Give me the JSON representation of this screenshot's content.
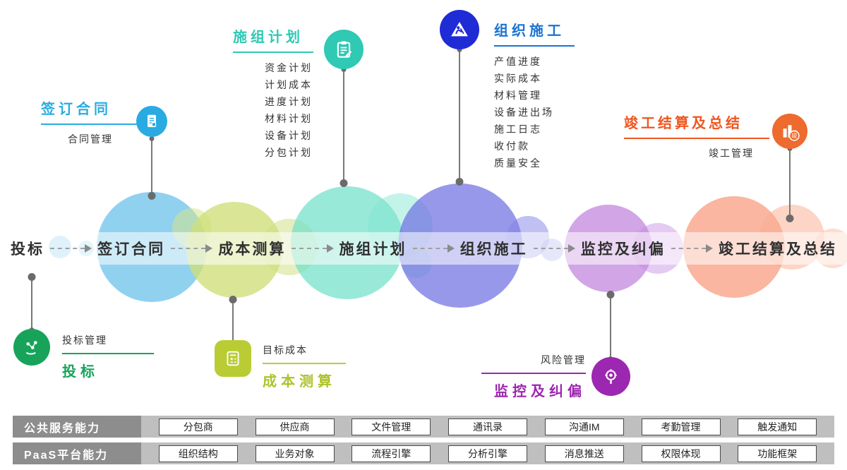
{
  "timeline": {
    "stages": [
      "投标",
      "签订合同",
      "成本测算",
      "施组计划",
      "组织施工",
      "监控及纠偏",
      "竣工结算及总结"
    ]
  },
  "callouts": {
    "contract": {
      "title": "签订合同",
      "item": "合同管理"
    },
    "plan": {
      "title": "施组计划",
      "items": [
        "资金计划",
        "计划成本",
        "进度计划",
        "材料计划",
        "设备计划",
        "分包计划"
      ]
    },
    "construct": {
      "title": "组织施工",
      "items": [
        "产值进度",
        "实际成本",
        "材料管理",
        "设备进出场",
        "施工日志",
        "收付款",
        "质量安全"
      ]
    },
    "completion": {
      "title": "竣工结算及总结",
      "item": "竣工管理",
      "badge": "竣"
    },
    "bid": {
      "title": "投标",
      "item": "投标管理"
    },
    "cost": {
      "title": "成本测算",
      "item": "目标成本"
    },
    "monitor": {
      "title": "监控及纠偏",
      "item": "风险管理"
    }
  },
  "icons": {
    "contract": "contract-document-icon",
    "plan": "clipboard-plan-icon",
    "construct": "construction-worker-icon",
    "completion": "completion-building-icon",
    "bid": "hand-network-icon",
    "cost": "calculator-icon",
    "monitor": "target-pin-icon"
  },
  "colors": {
    "bid_green": "#17a45a",
    "contract_blue": "#29abe2",
    "cost_yellow_green": "#b9cc34",
    "plan_teal": "#2fc9b4",
    "construct_deep_blue": "#1f2bd4",
    "construct_title_blue": "#1a73d2",
    "monitor_purple": "#9c27b0",
    "completion_orange": "#f0561f"
  },
  "platform": {
    "rows": [
      {
        "header": "公共服务能力",
        "items": [
          "分包商",
          "供应商",
          "文件管理",
          "通讯录",
          "沟通IM",
          "考勤管理",
          "触发通知"
        ]
      },
      {
        "header": "PaaS平台能力",
        "items": [
          "组织结构",
          "业务对象",
          "流程引擎",
          "分析引擎",
          "消息推送",
          "权限体现",
          "功能框架"
        ]
      }
    ]
  }
}
